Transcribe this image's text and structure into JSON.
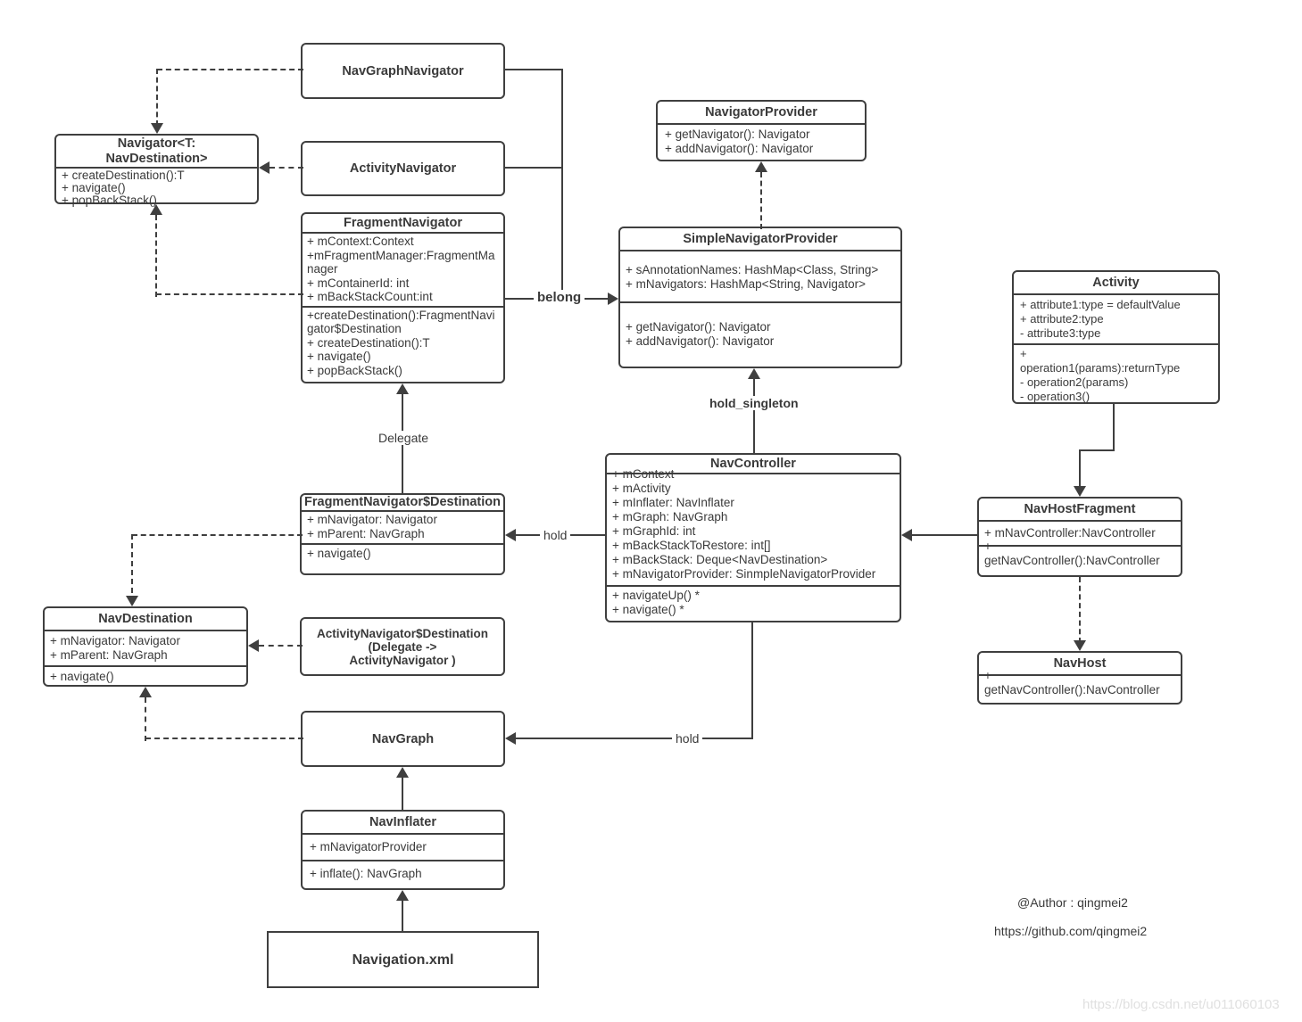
{
  "diagram": {
    "classes": {
      "navGraphNavigator": {
        "title": "NavGraphNavigator"
      },
      "navigator": {
        "title": "Navigator<T:\nNavDestination>",
        "methods": [
          "+ createDestination():T",
          "+ navigate()",
          "+ popBackStack()"
        ]
      },
      "activityNavigator": {
        "title": "ActivityNavigator"
      },
      "fragmentNavigator": {
        "title": "FragmentNavigator",
        "attributes": [
          "+ mContext:Context",
          "+mFragmentManager:FragmentManager",
          "+ mContainerId: int",
          "+ mBackStackCount:int"
        ],
        "methods": [
          "+createDestination():FragmentNavigator$Destination",
          "+ createDestination():T",
          "+ navigate()",
          "+ popBackStack()"
        ]
      },
      "navigatorProvider": {
        "title": "NavigatorProvider",
        "methods": [
          "+ getNavigator(): Navigator",
          "+ addNavigator(): Navigator"
        ]
      },
      "simpleNavigatorProvider": {
        "title": "SimpleNavigatorProvider",
        "attributes": [
          "+ sAnnotationNames: HashMap<Class, String>",
          "+ mNavigators:  HashMap<String, Navigator>"
        ],
        "methods": [
          "+ getNavigator(): Navigator",
          "+ addNavigator(): Navigator"
        ]
      },
      "activity": {
        "title": "Activity",
        "attributes": [
          "+ attribute1:type = defaultValue",
          "+ attribute2:type",
          "- attribute3:type"
        ],
        "methods": [
          "+\noperation1(params):returnType",
          "- operation2(params)",
          "- operation3()"
        ]
      },
      "navController": {
        "title": "NavController",
        "attributes": [
          "+ mContext",
          "+ mActivity",
          "+ mInflater: NavInflater",
          "+ mGraph: NavGraph",
          "+ mGraphId: int",
          "+ mBackStackToRestore: int[]",
          "+ mBackStack:  Deque<NavDestination>",
          "+ mNavigatorProvider: SinmpleNavigatorProvider"
        ],
        "methods": [
          "+ navigateUp() *",
          "+ navigate()  *"
        ]
      },
      "navHostFragment": {
        "title": "NavHostFragment",
        "attributes": [
          "+ mNavController:NavController"
        ],
        "methods": [
          "+\ngetNavController():NavController"
        ]
      },
      "navHost": {
        "title": "NavHost",
        "methods": [
          "+\ngetNavController():NavController"
        ]
      },
      "fragmentNavigatorDestination": {
        "title": "FragmentNavigator$Destination",
        "attributes": [
          "+ mNavigator: Navigator",
          "+ mParent: NavGraph"
        ],
        "methods": [
          "+ navigate()"
        ]
      },
      "navDestination": {
        "title": "NavDestination",
        "attributes": [
          "+ mNavigator: Navigator",
          "+ mParent: NavGraph"
        ],
        "methods": [
          "+ navigate()"
        ]
      },
      "activityNavigatorDestination": {
        "title": "ActivityNavigator$Destination\n(Delegate ->\nActivityNavigator )"
      },
      "navGraph": {
        "title": "NavGraph"
      },
      "navInflater": {
        "title": "NavInflater",
        "attributes": [
          "+ mNavigatorProvider"
        ],
        "methods": [
          "+ inflate(): NavGraph"
        ]
      },
      "navigationXml": {
        "title": "Navigation.xml"
      }
    },
    "edge_labels": {
      "belong": "belong",
      "hold_singleton": "hold_singleton",
      "delegate": "Delegate",
      "hold_destination": "hold",
      "hold_graph": "hold"
    },
    "colors": {
      "line": "#3f3f3f",
      "text": "#3a3a3a",
      "background": "#ffffff",
      "watermark": "#e0e0e0"
    }
  },
  "footer": {
    "author": "@Author  : qingmei2",
    "github": "https://github.com/qingmei2",
    "watermark": "https://blog.csdn.net/u011060103"
  }
}
